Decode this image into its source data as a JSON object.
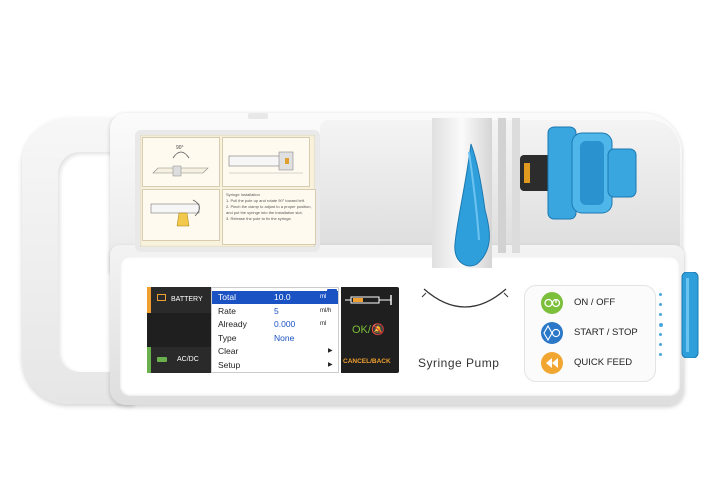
{
  "device": {
    "brand": "Syringe  Pump"
  },
  "status": {
    "battery_label": "BATTERY",
    "acdc_label": "AC/DC"
  },
  "lcd": {
    "rows": [
      {
        "label": "Total",
        "value": "10.0",
        "unit": "ml",
        "selected": true
      },
      {
        "label": "Rate",
        "value": "5",
        "unit": "ml/h"
      },
      {
        "label": "Already",
        "value": "0.000",
        "unit": "ml"
      },
      {
        "label": "Type",
        "value": "None",
        "unit": ""
      },
      {
        "label": "Clear",
        "value": "",
        "unit": "",
        "arrow": "▶"
      },
      {
        "label": "Setup",
        "value": "",
        "unit": "",
        "arrow": "▶"
      }
    ]
  },
  "keys": {
    "ok_label": "OK/",
    "cancel_label": "CANCEL/BACK"
  },
  "controls": {
    "on_off": "ON / OFF",
    "start_stop": "START / STOP",
    "quick_feed": "QUICK FEED"
  },
  "colors": {
    "accent_blue": "#1a52c4",
    "clamp_blue": "#3aa6e0",
    "battery_orange": "#f0a030",
    "power_green": "#6ab04c"
  }
}
